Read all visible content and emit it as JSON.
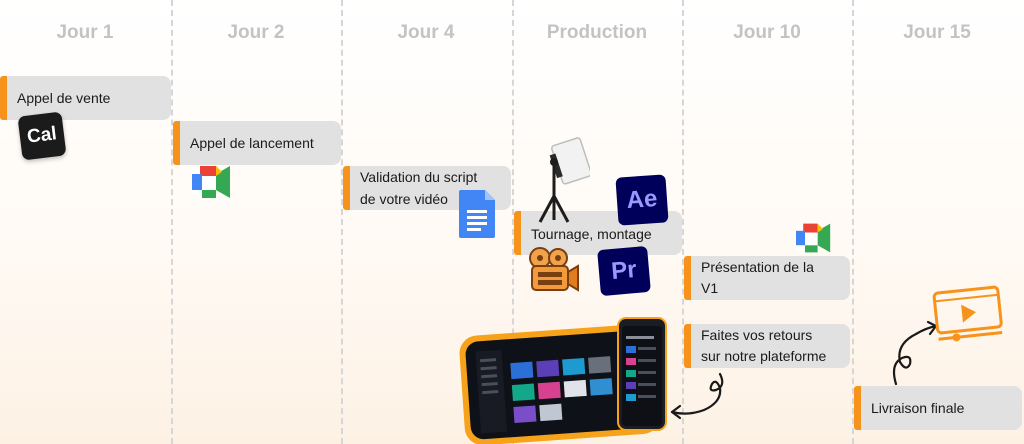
{
  "columns": [
    "Jour 1",
    "Jour 2",
    "Jour 4",
    "Production",
    "Jour 10",
    "Jour 15"
  ],
  "steps": [
    {
      "label": "Appel de vente"
    },
    {
      "label": "Appel de lancement"
    },
    {
      "label_line1": "Validation du script",
      "label_line2": "de votre vidéo"
    },
    {
      "label": "Tournage, montage"
    },
    {
      "label_line1": "Présentation de la",
      "label_line2": "V1"
    },
    {
      "label_line1": "Faites vos retours",
      "label_line2": "sur notre plateforme"
    },
    {
      "label": "Livraison finale"
    }
  ],
  "logos": {
    "cal": "Cal",
    "after_effects": "Ae",
    "premiere": "Pr"
  },
  "colors": {
    "accent": "#f7931a",
    "card": "#e1e1e1",
    "header": "#c3c3c3",
    "divider": "#d6d6d6"
  },
  "icons": [
    "cal-logo",
    "google-meet-icon",
    "google-docs-icon",
    "studio-light-icon",
    "after-effects-logo",
    "film-camera-icon",
    "premiere-pro-logo",
    "google-meet-icon",
    "platform-screenshot",
    "video-player-icon"
  ]
}
